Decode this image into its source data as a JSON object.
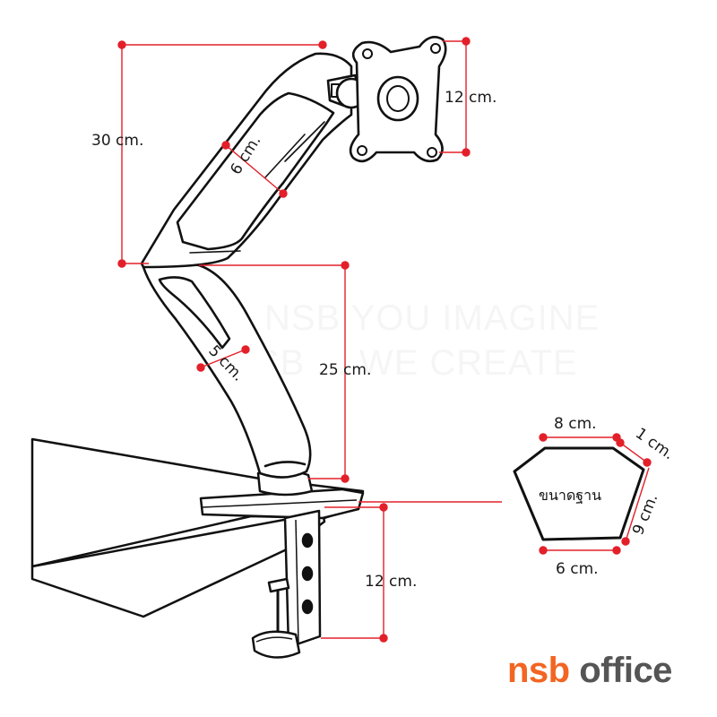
{
  "dimensions": {
    "arm_upper_height": "30 cm.",
    "arm_upper_width": "6 cm.",
    "vesa_plate_height": "12 cm.",
    "arm_lower_height": "25 cm.",
    "arm_lower_width": "5 cm.",
    "clamp_height": "12 cm."
  },
  "base_shape": {
    "label": "ขนาดฐาน",
    "top_width": "8 cm.",
    "corner": "1 cm.",
    "side": "9 cm.",
    "bottom_width": "6 cm."
  },
  "watermark": {
    "line1": "NSB YOU IMAGINE",
    "line2": "NSB ... WE CREATE"
  },
  "logo": {
    "brand": "nsb",
    "product": "office",
    "brand_color": "#f26522",
    "product_color": "#555555"
  },
  "colors": {
    "dimension_line": "#e3202a",
    "outline": "#111111"
  }
}
